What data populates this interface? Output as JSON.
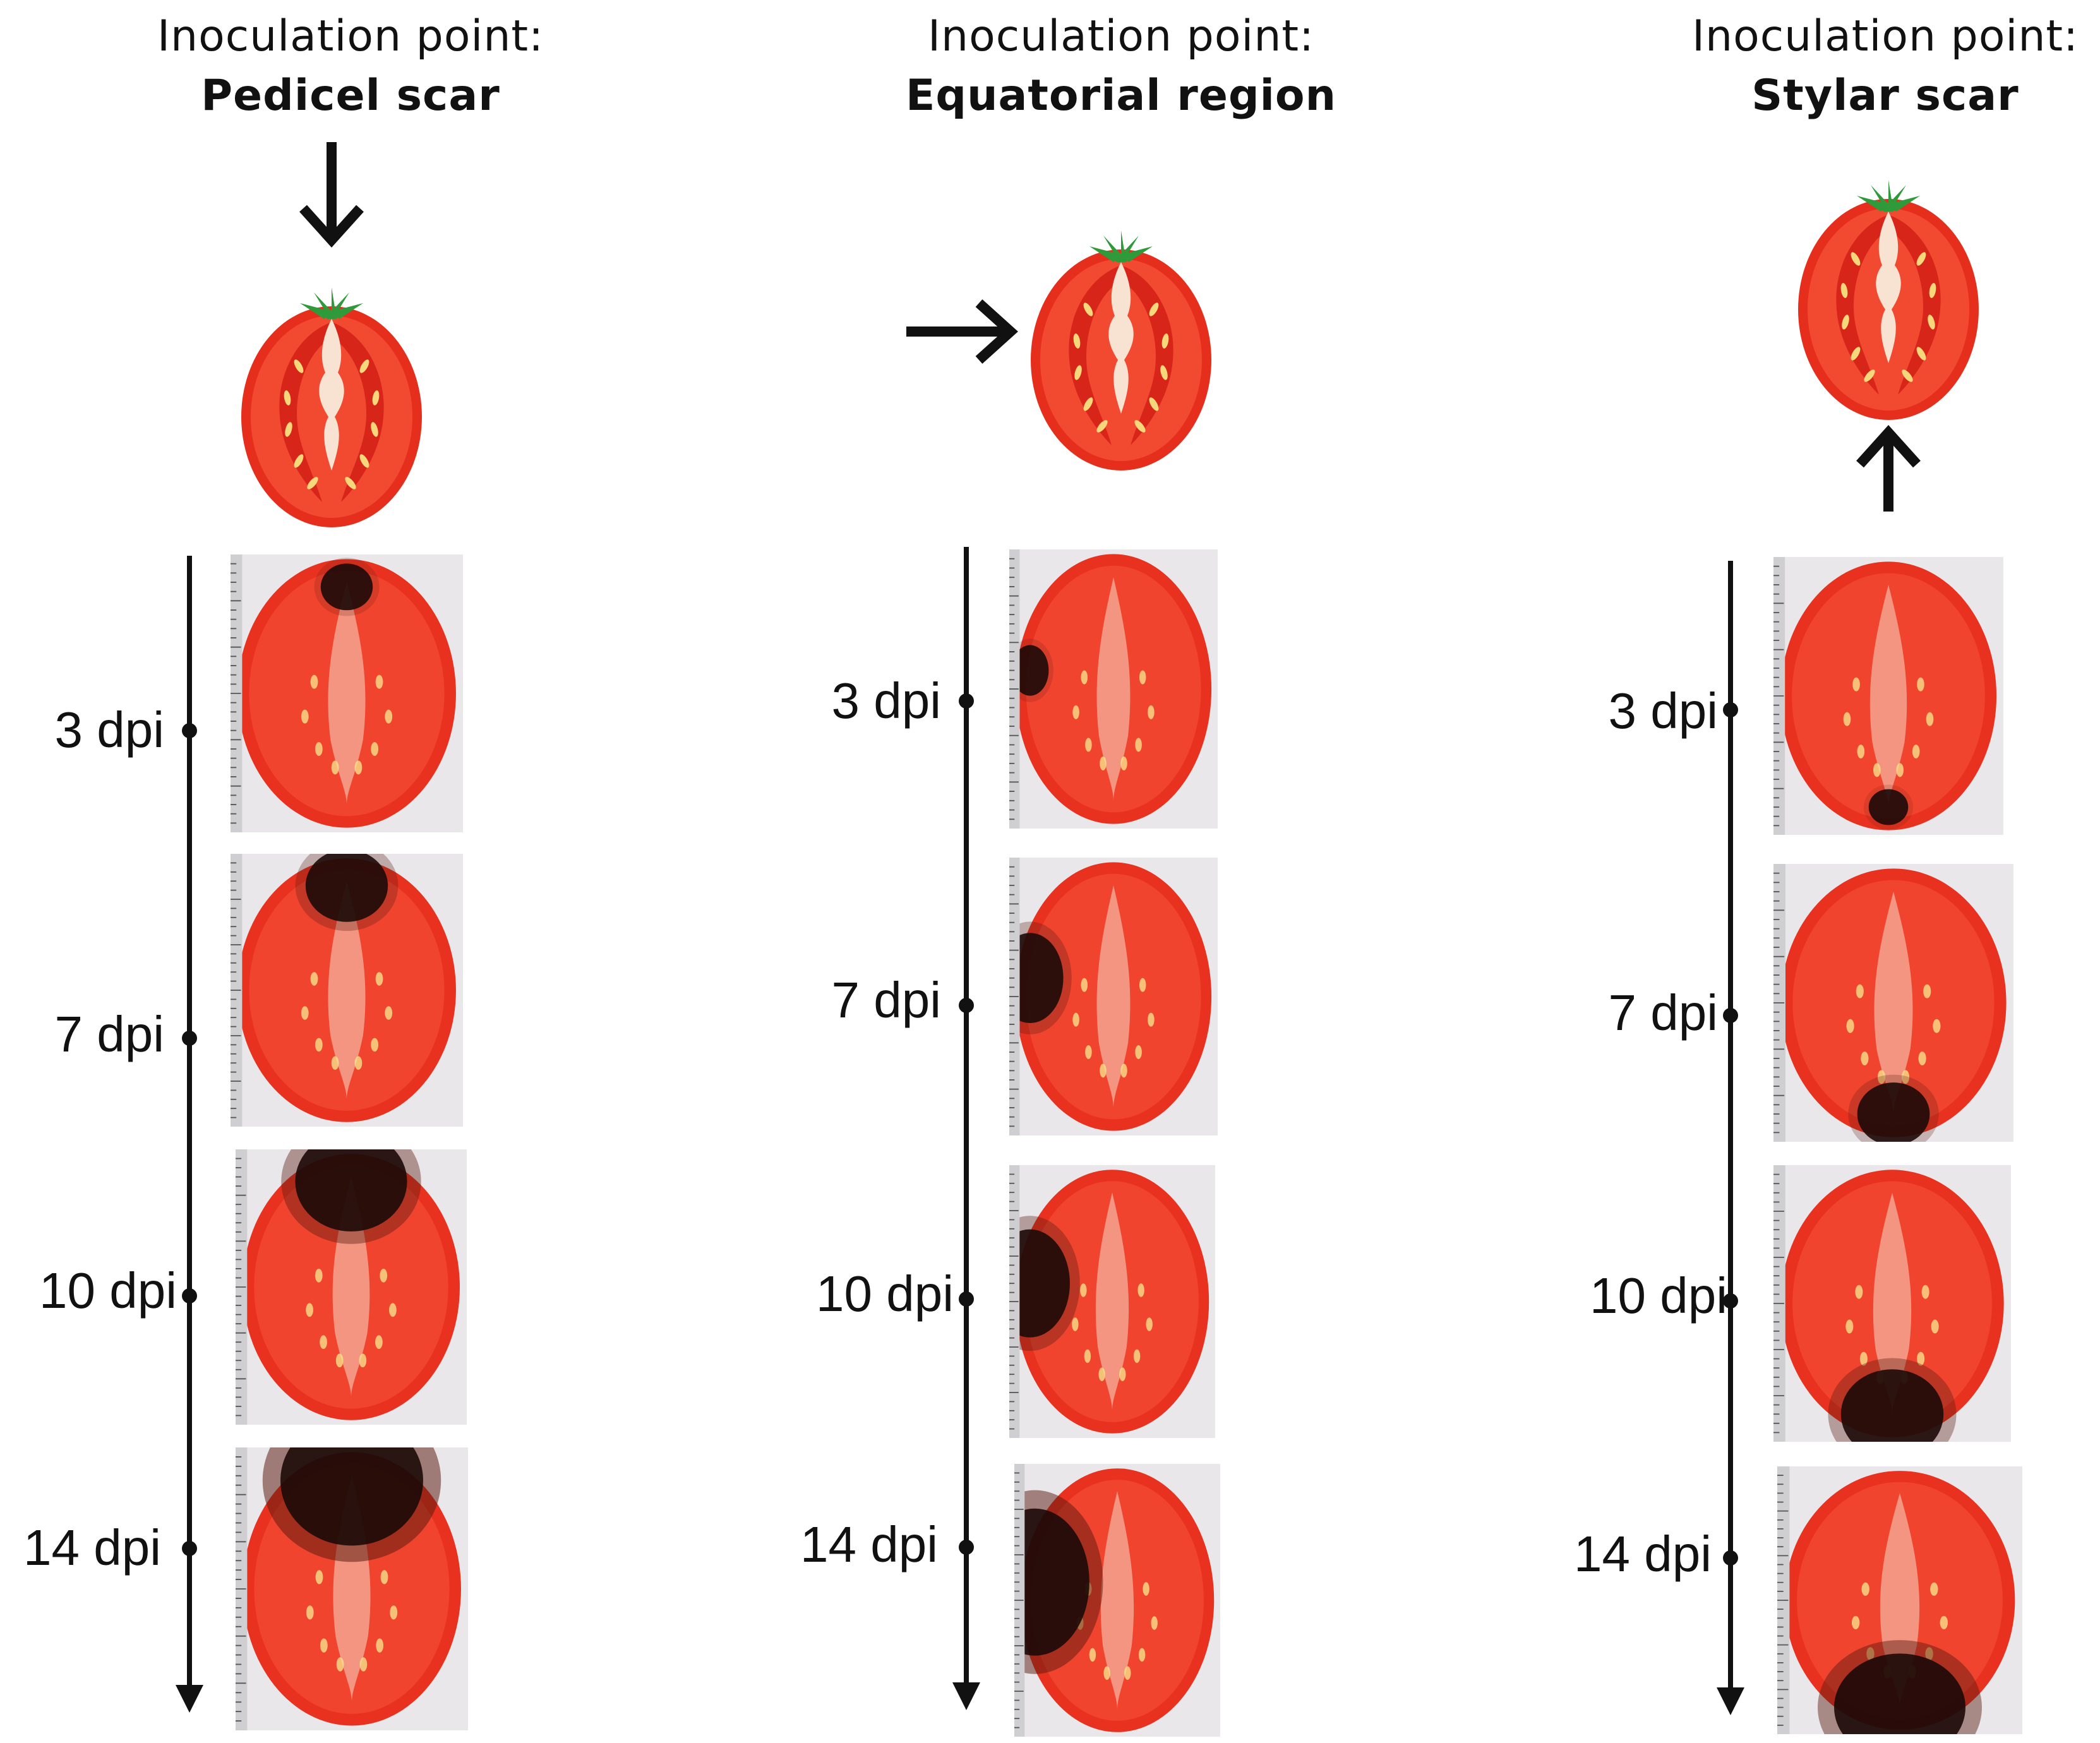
{
  "panels": [
    {
      "id": "pedicel",
      "label": "Inoculation point:",
      "site": "Pedicel scar",
      "arrow_direction": "down",
      "timepoints": [
        "3 dpi",
        "7 dpi",
        "10 dpi",
        "14 dpi"
      ],
      "lesion_levels": [
        0.2,
        0.45,
        0.7,
        0.95
      ]
    },
    {
      "id": "equatorial",
      "label": "Inoculation point:",
      "site": "Equatorial region",
      "arrow_direction": "right",
      "timepoints": [
        "3 dpi",
        "7 dpi",
        "10 dpi",
        "14 dpi"
      ],
      "lesion_levels": [
        0.15,
        0.45,
        0.6,
        0.9
      ]
    },
    {
      "id": "stylar",
      "label": "Inoculation point:",
      "site": "Stylar scar",
      "arrow_direction": "up",
      "timepoints": [
        "3 dpi",
        "7 dpi",
        "10 dpi",
        "14 dpi"
      ],
      "lesion_levels": [
        0.1,
        0.35,
        0.6,
        0.8
      ]
    }
  ],
  "colors": {
    "tomato_skin": "#e8321f",
    "tomato_flesh": "#f0442e",
    "locule": "#d9241b",
    "seed": "#f7e18a",
    "core": "#f6d9c6",
    "calyx": "#2f9a3a",
    "lesion": "#1c0a08"
  }
}
